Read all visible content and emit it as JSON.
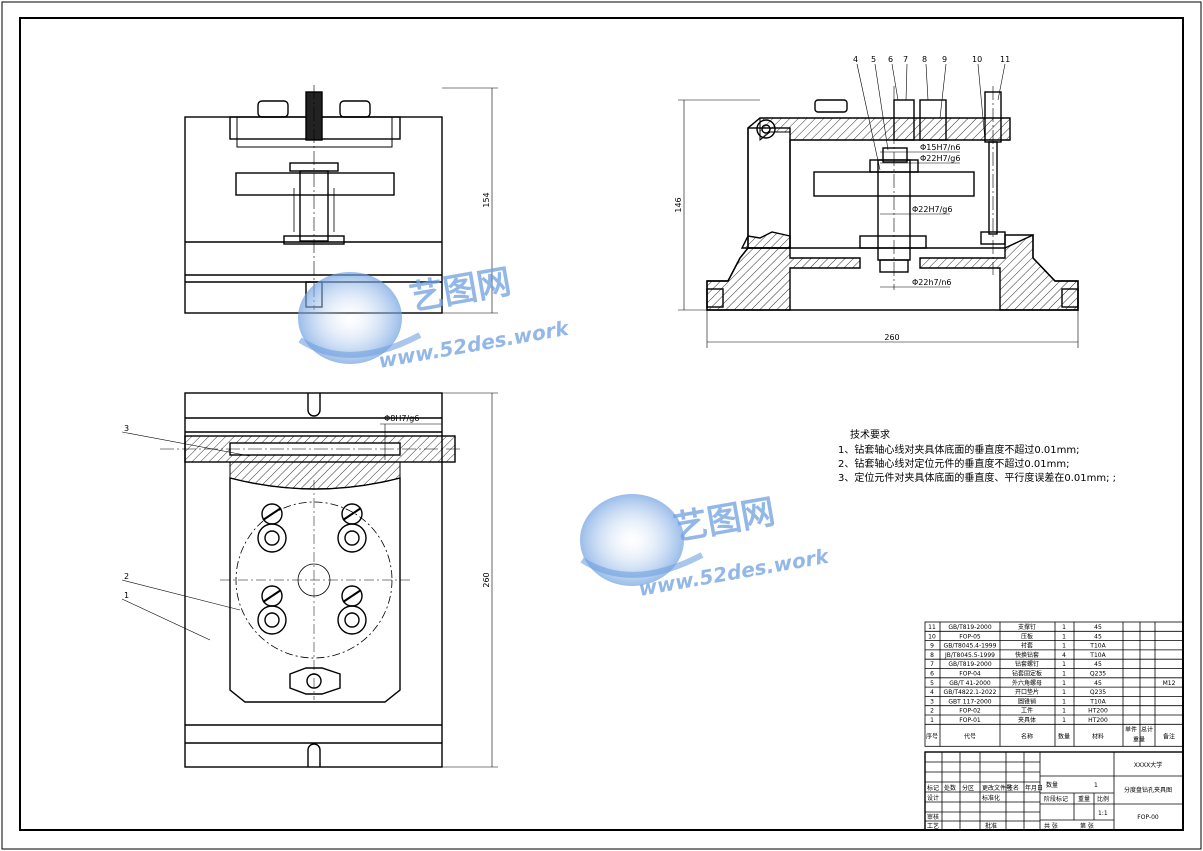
{
  "front_view": {
    "dim_height": "154"
  },
  "side_view": {
    "part_numbers": [
      "4",
      "5",
      "6",
      "7",
      "8",
      "9",
      "10",
      "11"
    ],
    "fit_15": "Φ15H7/n6",
    "fit_22_top": "Φ22H7/g6",
    "fit_22_mid": "Φ22H7/g6",
    "fit_22_bottom": "Φ22h7/n6",
    "dim_height": "146",
    "dim_width": "260"
  },
  "top_view": {
    "fit_8": "Φ8H7/g6",
    "dim_height": "260",
    "callouts": [
      "3",
      "2",
      "1"
    ]
  },
  "watermark": {
    "brand": "艺图网",
    "url": "www.52des.work"
  },
  "tech_requirements": {
    "title": "技术要求",
    "items": [
      "1、钻套轴心线对夹具体底面的垂直度不超过0.01mm;",
      "2、钻套轴心线对定位元件的垂直度不超过0.01mm;",
      "3、定位元件对夹具体底面的垂直度、平行度误差在0.01mm; ;"
    ]
  },
  "bom": {
    "rows": [
      {
        "no": "11",
        "code": "GB/T819-2000",
        "name": "支撑钉",
        "qty": "1",
        "material": "45",
        "note": ""
      },
      {
        "no": "10",
        "code": "FOP-05",
        "name": "压板",
        "qty": "1",
        "material": "45",
        "note": ""
      },
      {
        "no": "9",
        "code": "GB/T8045.4-1999",
        "name": "衬套",
        "qty": "1",
        "material": "T10A",
        "note": ""
      },
      {
        "no": "8",
        "code": "JB/T8045.5-1999",
        "name": "快换钻套",
        "qty": "4",
        "material": "T10A",
        "note": ""
      },
      {
        "no": "7",
        "code": "GB/T819-2000",
        "name": "钻套螺钉",
        "qty": "1",
        "material": "45",
        "note": ""
      },
      {
        "no": "6",
        "code": "FOP-04",
        "name": "钻套固定板",
        "qty": "1",
        "material": "Q235",
        "note": ""
      },
      {
        "no": "5",
        "code": "GB/T 41-2000",
        "name": "外六角螺母",
        "qty": "1",
        "material": "45",
        "note": "M12"
      },
      {
        "no": "4",
        "code": "GB/T4822.1-2022",
        "name": "开口垫片",
        "qty": "1",
        "material": "Q235",
        "note": ""
      },
      {
        "no": "3",
        "code": "GBT 117-2000",
        "name": "圆锥销",
        "qty": "1",
        "material": "T10A",
        "note": ""
      },
      {
        "no": "2",
        "code": "FOP-02",
        "name": "工件",
        "qty": "1",
        "material": "HT200",
        "note": ""
      },
      {
        "no": "1",
        "code": "FOP-01",
        "name": "夹具体",
        "qty": "1",
        "material": "HT200",
        "note": ""
      }
    ],
    "header": {
      "no": "序号",
      "code": "代号",
      "name": "名称",
      "qty": "数量",
      "material": "材料",
      "single": "单件",
      "total": "总计",
      "weight": "重量",
      "note": "备注"
    }
  },
  "title_block": {
    "school": "XXXX大学",
    "drawing_title": "分度盘钻孔夹具图",
    "drawing_no": "FOP-00",
    "scale": "1:1",
    "quantity_label": "数量",
    "quantity": "1",
    "stage_label": "阶段标记",
    "weight_label": "重量",
    "scale_label": "比例",
    "sheet_total": "共  张",
    "sheet_no": "第  张",
    "row_labels": [
      "标记",
      "处数",
      "分区",
      "更改文件号",
      "签名",
      "年月日"
    ],
    "designer": "设计",
    "standardize": "标准化",
    "checker": "审核",
    "process": "工艺",
    "approve": "批准"
  }
}
